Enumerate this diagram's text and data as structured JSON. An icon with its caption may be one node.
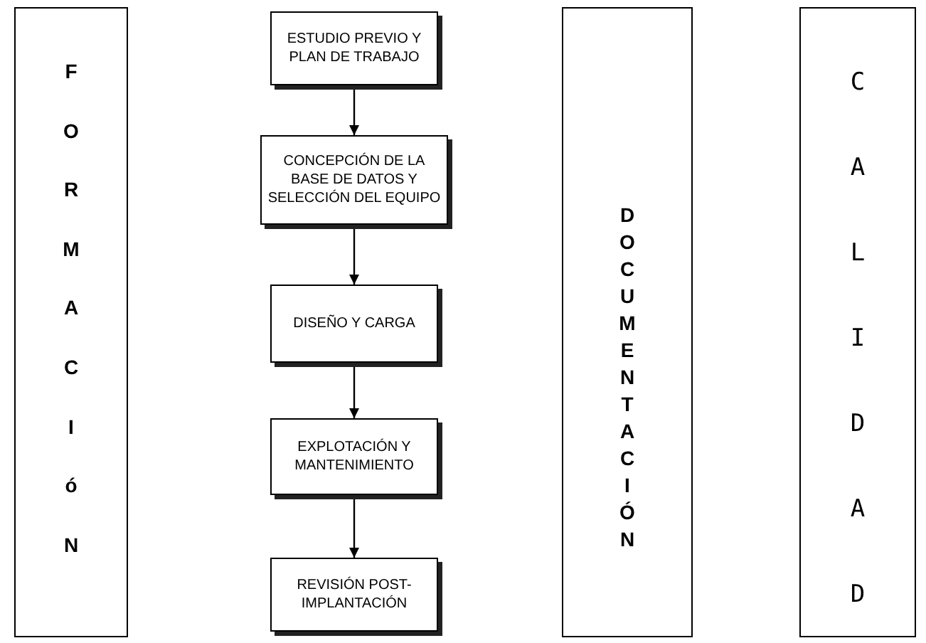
{
  "diagram": {
    "nodes": [
      {
        "text": [
          "FORMACIóN"
        ]
      },
      {
        "text": [
          "ESTUDIO PREVIO Y PLAN DE TRABAJO"
        ]
      },
      {
        "text": [
          "CONCEPCIÓN DE LA BASE DE DATOS Y SELECCIÓN DEL EQUIPO"
        ]
      },
      {
        "text": [
          "DISEÑO Y CARGA"
        ]
      },
      {
        "text": [
          "EXPLOTACIÓN Y MANTENIMIENTO"
        ]
      },
      {
        "text": [
          "REVISIÓN POST-IMPLANTACIÓN"
        ]
      },
      {
        "text": [
          "DOCUMENTACIÓN"
        ]
      },
      {
        "text": [
          "CALIDAD"
        ]
      }
    ],
    "edges": [
      {
        "from": 1,
        "to": 2,
        "arrow": "to"
      },
      {
        "from": 2,
        "to": 3,
        "arrow": "to"
      },
      {
        "from": 3,
        "to": 4,
        "arrow": "to"
      },
      {
        "from": 4,
        "to": 5,
        "arrow": "to"
      }
    ]
  }
}
